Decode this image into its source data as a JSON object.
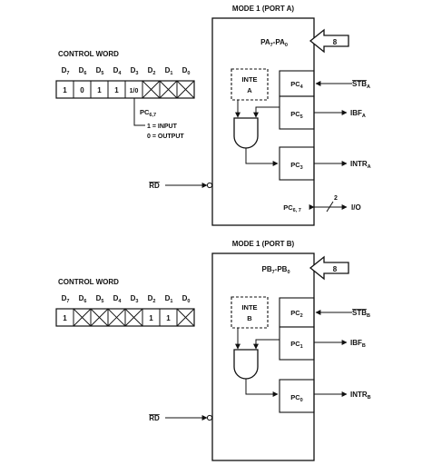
{
  "mode_a": {
    "title": "MODE 1 (PORT A)",
    "port_label": "PA",
    "port_sub_hi": "7",
    "port_sep": "-PA",
    "port_sub_lo": "0",
    "bus_width": "8",
    "control_word_label": "CONTROL WORD",
    "bit_headers": [
      "D",
      "D",
      "D",
      "D",
      "D",
      "D",
      "D",
      "D"
    ],
    "bit_subs": [
      "7",
      "6",
      "5",
      "4",
      "3",
      "2",
      "1",
      "0"
    ],
    "bits": [
      "1",
      "0",
      "1",
      "1",
      "1/0",
      "",
      "",
      ""
    ],
    "pc67_label": "PC",
    "pc67_sub": "6,7",
    "note_input": "1 = INPUT",
    "note_output": "0 = OUTPUT",
    "inte_line1": "INTE",
    "inte_line2": "A",
    "pc_upper": "PC",
    "pc_upper_sub": "4",
    "pc_mid": "PC",
    "pc_mid_sub": "5",
    "pc_low": "PC",
    "pc_low_sub": "3",
    "stb": "STB",
    "stb_sub": "A",
    "ibf": "IBF",
    "ibf_sub": "A",
    "intr": "INTR",
    "intr_sub": "A",
    "rd": "RD",
    "pc67_out": "PC",
    "pc67_out_sub": "6, 7",
    "io_width": "2",
    "io_label": "I/O"
  },
  "mode_b": {
    "title": "MODE 1 (PORT B)",
    "port_label": "PB",
    "port_sub_hi": "7",
    "port_sep": "-PB",
    "port_sub_lo": "0",
    "bus_width": "8",
    "control_word_label": "CONTROL WORD",
    "bit_headers": [
      "D",
      "D",
      "D",
      "D",
      "D",
      "D",
      "D",
      "D"
    ],
    "bit_subs": [
      "7",
      "6",
      "5",
      "4",
      "3",
      "2",
      "1",
      "0"
    ],
    "bits": [
      "1",
      "",
      "",
      "",
      "",
      "1",
      "1",
      ""
    ],
    "inte_line1": "INTE",
    "inte_line2": "B",
    "pc_upper": "PC",
    "pc_upper_sub": "2",
    "pc_mid": "PC",
    "pc_mid_sub": "1",
    "pc_low": "PC",
    "pc_low_sub": "0",
    "stb": "STB",
    "stb_sub": "B",
    "ibf": "IBF",
    "ibf_sub": "B",
    "intr": "INTR",
    "intr_sub": "B",
    "rd": "RD"
  }
}
